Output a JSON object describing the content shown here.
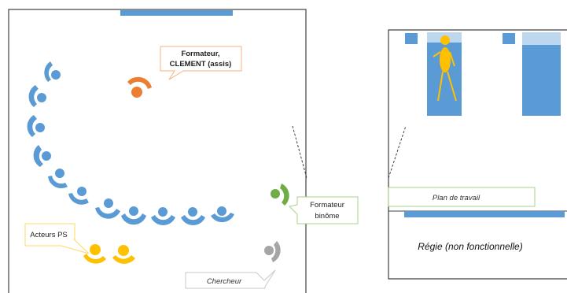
{
  "room": {
    "labels": {
      "trainer_clement": [
        "Formateur,",
        "CLEMENT (assis)"
      ],
      "trainer_pair": [
        "Formateur",
        "binôme"
      ],
      "actors_ps": "Acteurs PS",
      "researcher": "Chercheur"
    }
  },
  "control_room": {
    "workbench_label": "Plan de travail",
    "title": "Régie (non fonctionnelle)"
  },
  "colors": {
    "participant": "#5b9bd5",
    "trainer_clement": "#ed7d31",
    "trainer_pair": "#70ad47",
    "actors": "#ffc000",
    "researcher": "#a5a5a5",
    "wall": "#404040",
    "callout_orange_border": "#f4b183",
    "callout_green_border": "#a9d18e",
    "callout_yellow_border": "#ffd966",
    "callout_gray_border": "#c9c9c9"
  },
  "icons": {
    "participant": "person-top-view-icon",
    "manikin": "manikin-icon",
    "bed": "bed-icon"
  }
}
